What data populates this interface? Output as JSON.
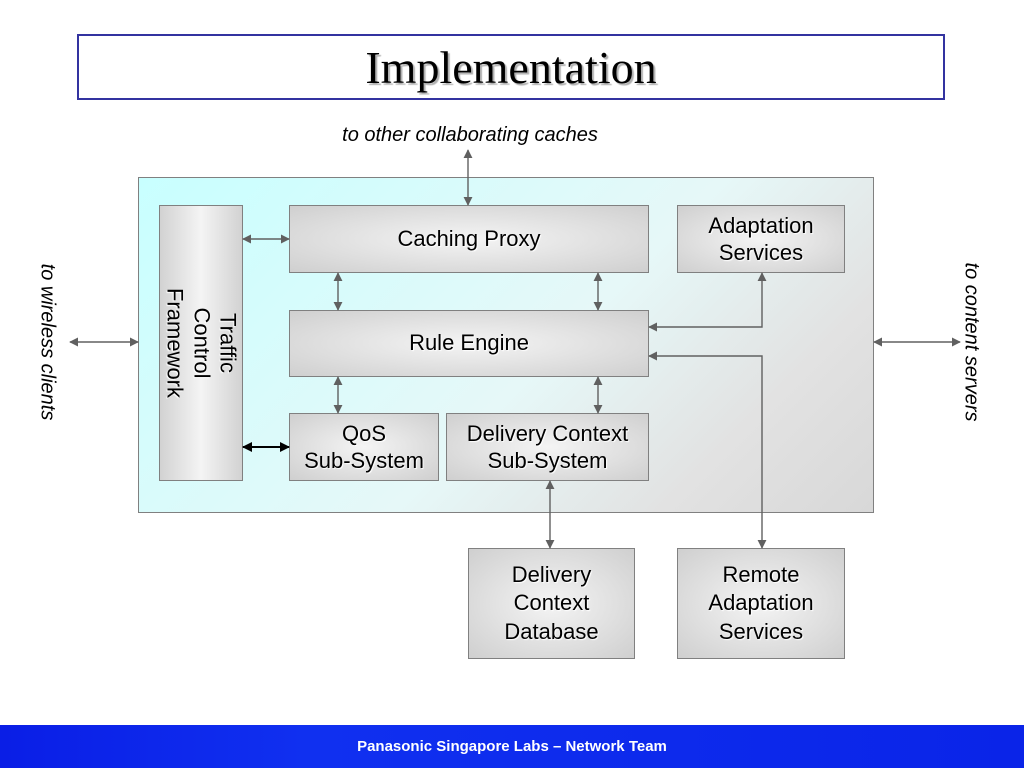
{
  "title": "Implementation",
  "external": {
    "top": "to other collaborating caches",
    "left": "to wireless clients",
    "right": "to content servers"
  },
  "blocks": {
    "traffic_control": "Traffic Control\nFramework",
    "caching_proxy": "Caching Proxy",
    "adaptation_services": "Adaptation\nServices",
    "rule_engine": "Rule Engine",
    "qos": "QoS\nSub-System",
    "delivery_context_subsystem": "Delivery Context\nSub-System",
    "delivery_context_database": "Delivery\nContext\nDatabase",
    "remote_adaptation_services": "Remote\nAdaptation\nServices"
  },
  "footer": "Panasonic Singapore Labs – Network Team",
  "colors": {
    "title_border": "#3333a0",
    "outer_gradient_start": "#c8ffff",
    "footer_blue": "#0a1ee6",
    "connector": "#606060"
  }
}
